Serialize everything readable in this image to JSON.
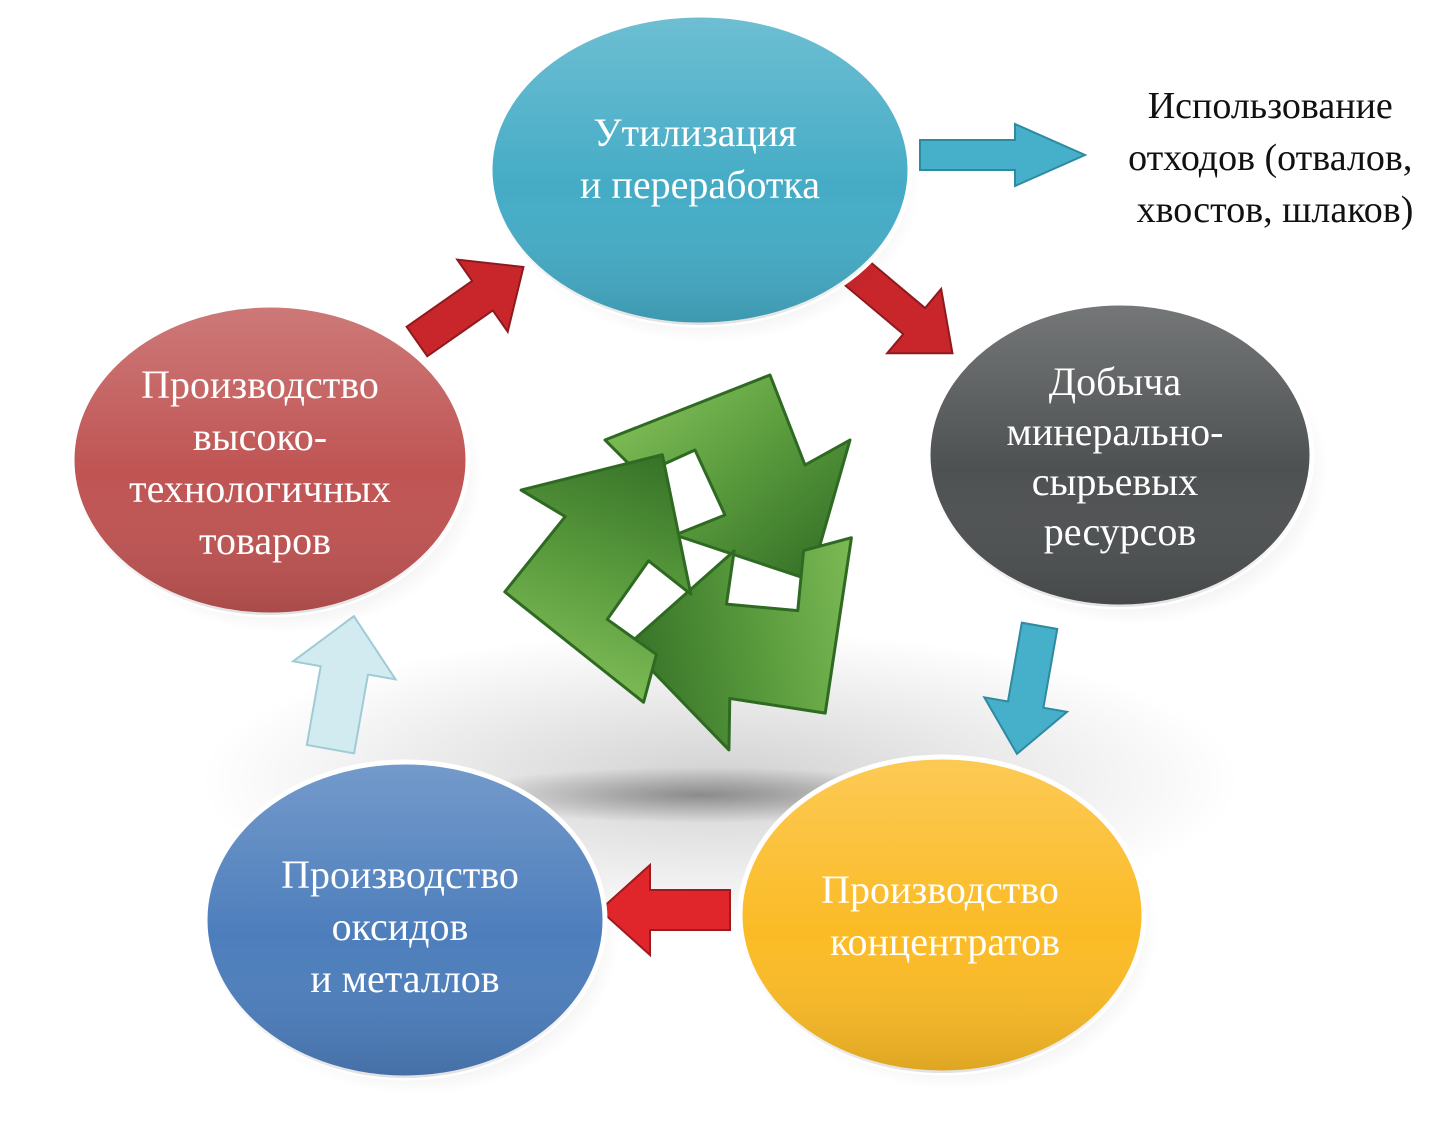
{
  "nodes": {
    "recycling": {
      "lines": [
        "Утилизация",
        "и переработка"
      ],
      "color": "#45acc6"
    },
    "mining": {
      "lines": [
        "Добыча",
        "минерально-",
        "сырьевых",
        "ресурсов"
      ],
      "color": "#4e5152"
    },
    "concentrates": {
      "lines": [
        "Производство",
        "концентратов"
      ],
      "color": "#fbbb26"
    },
    "oxides": {
      "lines": [
        "Производство",
        "оксидов",
        "и металлов"
      ],
      "color": "#4d7ebc"
    },
    "hightech": {
      "lines": [
        "Производство",
        "высоко-",
        "технологичных",
        "товаров"
      ],
      "color": "#bf5453"
    }
  },
  "waste_use": {
    "lines": [
      "Использование",
      "отходов (отвалов,",
      "хвостов, шлаков)"
    ]
  },
  "colors": {
    "arrow_red": "#c8262b",
    "arrow_blue": "#46afc9",
    "arrow_light": "#d2ebf1",
    "recycle_green": "#5a9b3d"
  },
  "icons": {
    "center": "recycle-icon"
  }
}
